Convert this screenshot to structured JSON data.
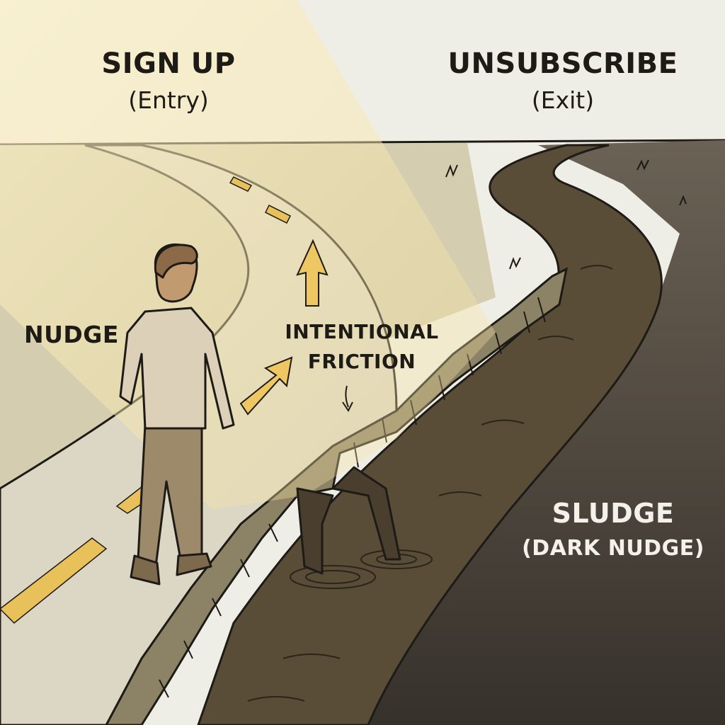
{
  "labels": {
    "signup_title": "SIGN UP",
    "signup_sub": "(Entry)",
    "unsub_title": "UNSUBSCRIBE",
    "unsub_sub": "(Exit)",
    "nudge": "NUDGE",
    "friction_line1": "INTENTIONAL",
    "friction_line2": "FRICTION",
    "sludge_title": "SLUDGE",
    "sludge_sub": "(DARK NUDGE)"
  },
  "colors": {
    "sky": "#efeee6",
    "light_beam": "#f6e7b0",
    "road": "#dcd6c4",
    "road_marking": "#e9c15a",
    "sludge": "#5a4d37",
    "dark_ground": "#3f3a33",
    "ink": "#1e1b17"
  },
  "icons": {
    "path_arrows": "arrow-up-icon",
    "friction_pointer": "arrow-down-icon"
  }
}
